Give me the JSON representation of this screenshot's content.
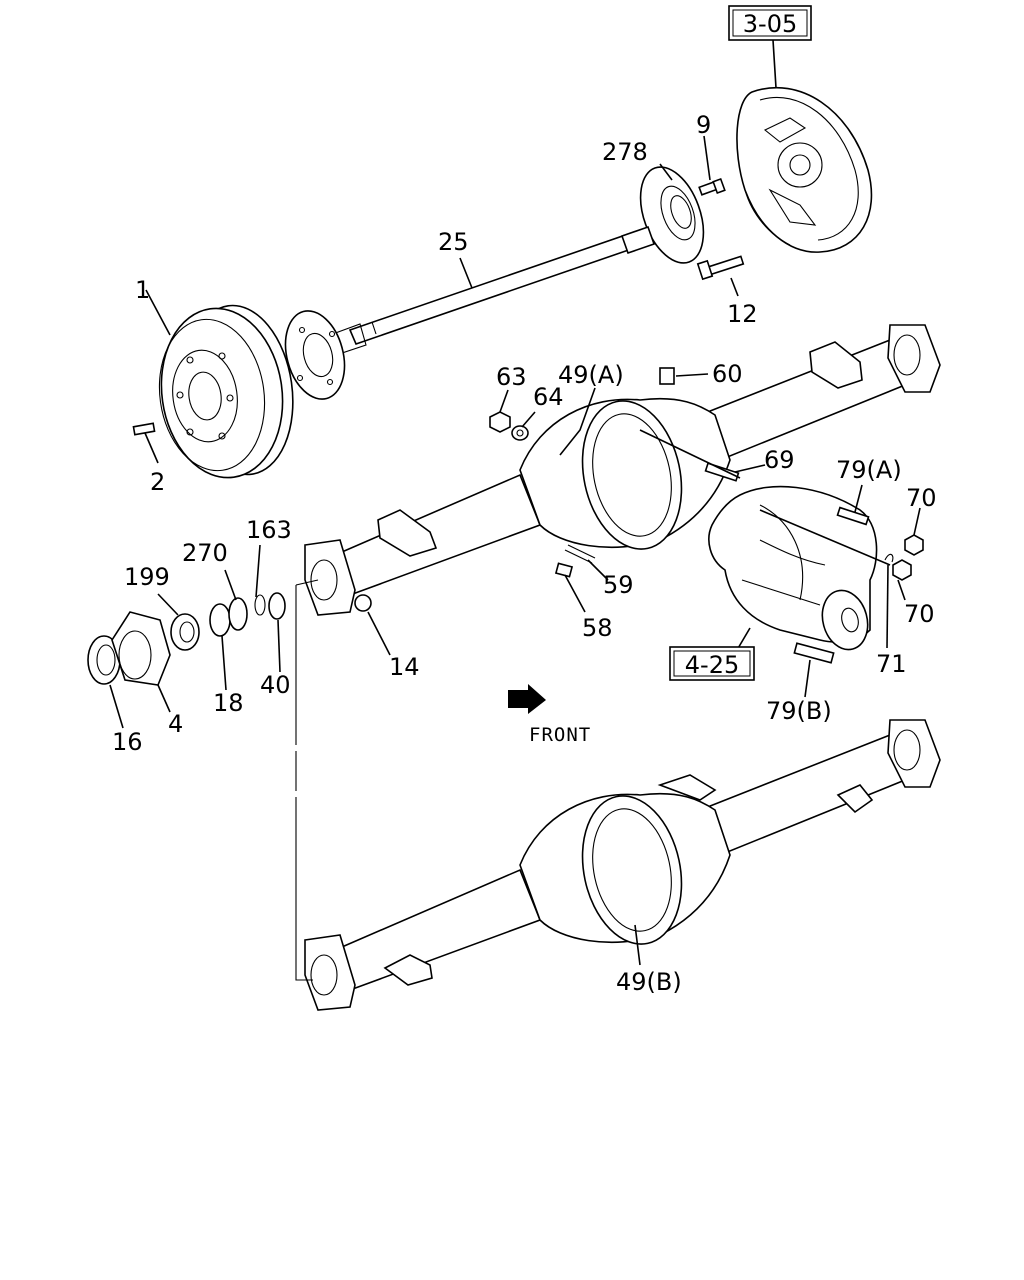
{
  "callouts": {
    "p1": "1",
    "p2": "2",
    "p4": "4",
    "p9": "9",
    "p12": "12",
    "p14": "14",
    "p16": "16",
    "p18": "18",
    "p25": "25",
    "p40": "40",
    "p49a": "49(A)",
    "p49b": "49(B)",
    "p58": "58",
    "p59": "59",
    "p60": "60",
    "p63": "63",
    "p64": "64",
    "p69": "69",
    "p70a": "70",
    "p70b": "70",
    "p71": "71",
    "p79a": "79(A)",
    "p79b": "79(B)",
    "p163": "163",
    "p199": "199",
    "p270": "270",
    "p278": "278"
  },
  "references": {
    "ref_305": "3-05",
    "ref_425": "4-25"
  },
  "front_label": "FRONT",
  "icons": {
    "front_arrow": "arrow-down-right-icon"
  }
}
